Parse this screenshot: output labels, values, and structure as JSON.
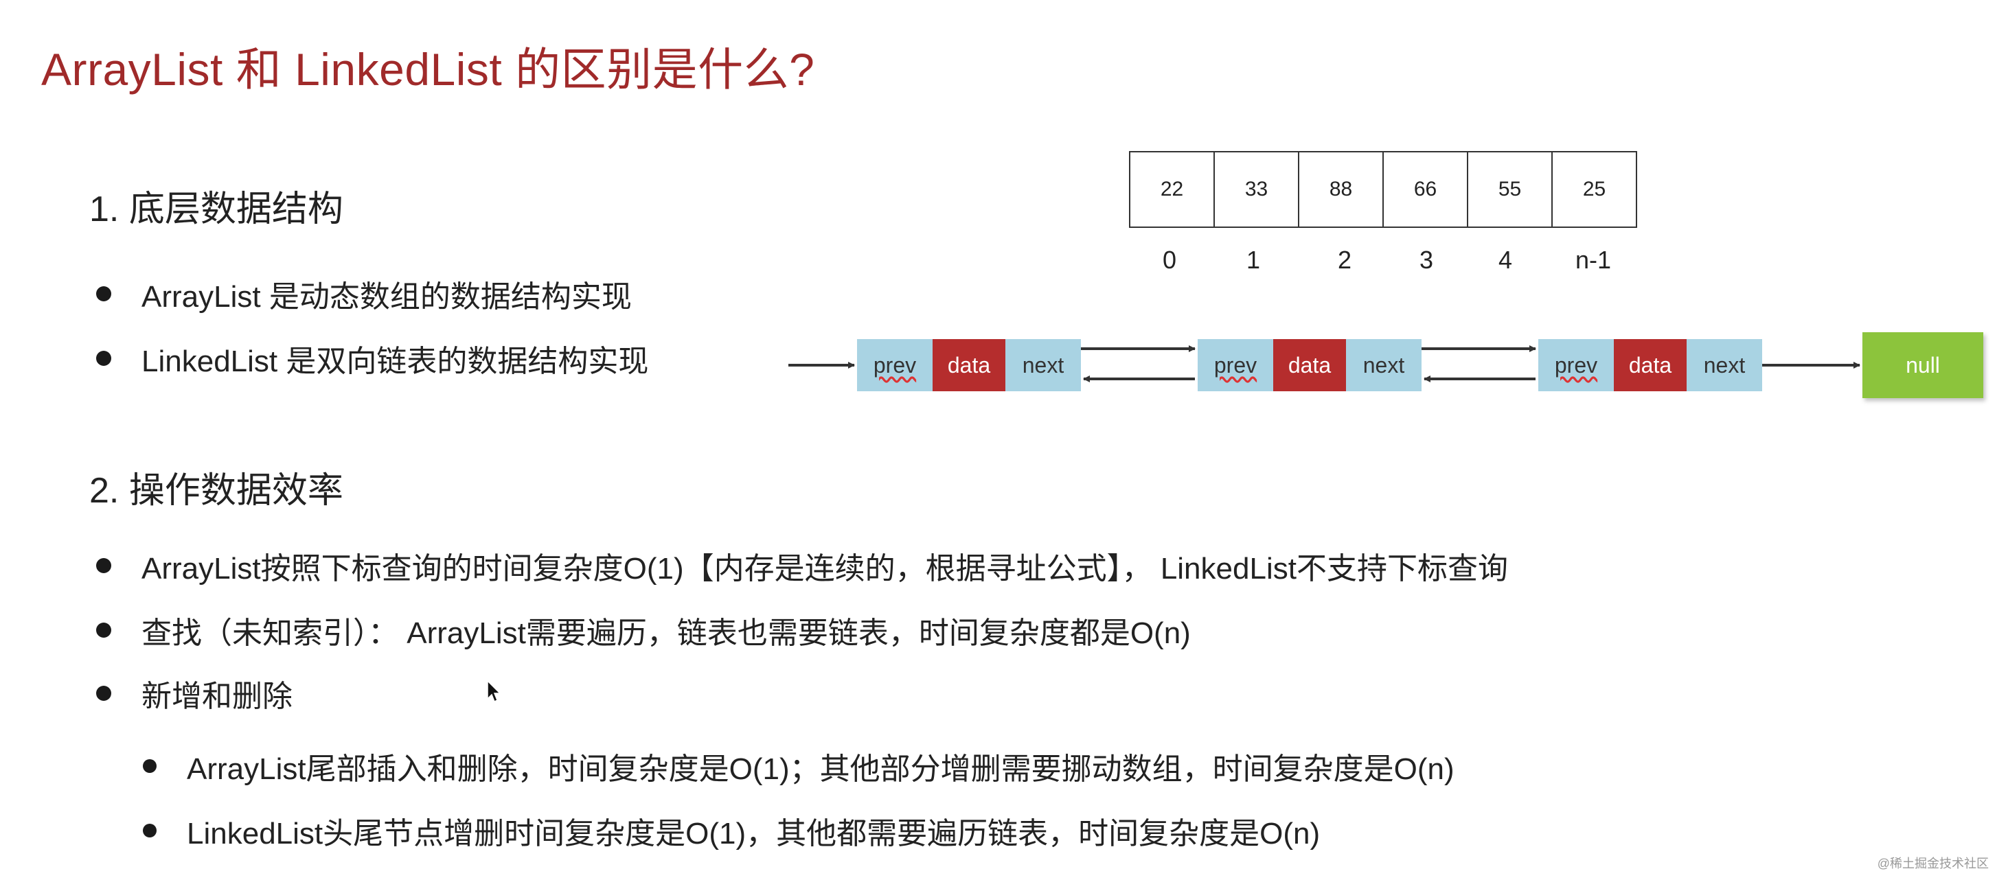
{
  "title": "ArrayList 和 LinkedList 的区别是什么?",
  "section1": {
    "heading": "1.  底层数据结构",
    "bullets": [
      "ArrayList 是动态数组的数据结构实现",
      "LinkedList 是双向链表的数据结构实现"
    ]
  },
  "array_diagram": {
    "values": [
      "22",
      "33",
      "88",
      "66",
      "55",
      "25"
    ],
    "indices": [
      "0",
      "1",
      "2",
      "3",
      "4",
      "n-1"
    ]
  },
  "linked_list_diagram": {
    "node_fields": {
      "prev": "prev",
      "data": "data",
      "next": "next"
    },
    "node_count": 3,
    "terminal": "null"
  },
  "section2": {
    "heading": "2.  操作数据效率",
    "bullets": [
      "ArrayList按照下标查询的时间复杂度O(1)【内存是连续的，根据寻址公式】， LinkedList不支持下标查询",
      "查找（未知索引）：  ArrayList需要遍历，链表也需要链表，时间复杂度都是O(n)",
      "新增和删除"
    ],
    "sub_bullets": [
      "ArrayList尾部插入和删除，时间复杂度是O(1)；其他部分增删需要挪动数组，时间复杂度是O(n)",
      "LinkedList头尾节点增删时间复杂度是O(1)，其他都需要遍历链表，时间复杂度是O(n)"
    ]
  },
  "watermark": "@稀土掘金技术社区",
  "colors": {
    "title": "#a02a2a",
    "node_light": "#a9d3e3",
    "node_data": "#b52d2d",
    "null_box": "#8cc43c"
  }
}
